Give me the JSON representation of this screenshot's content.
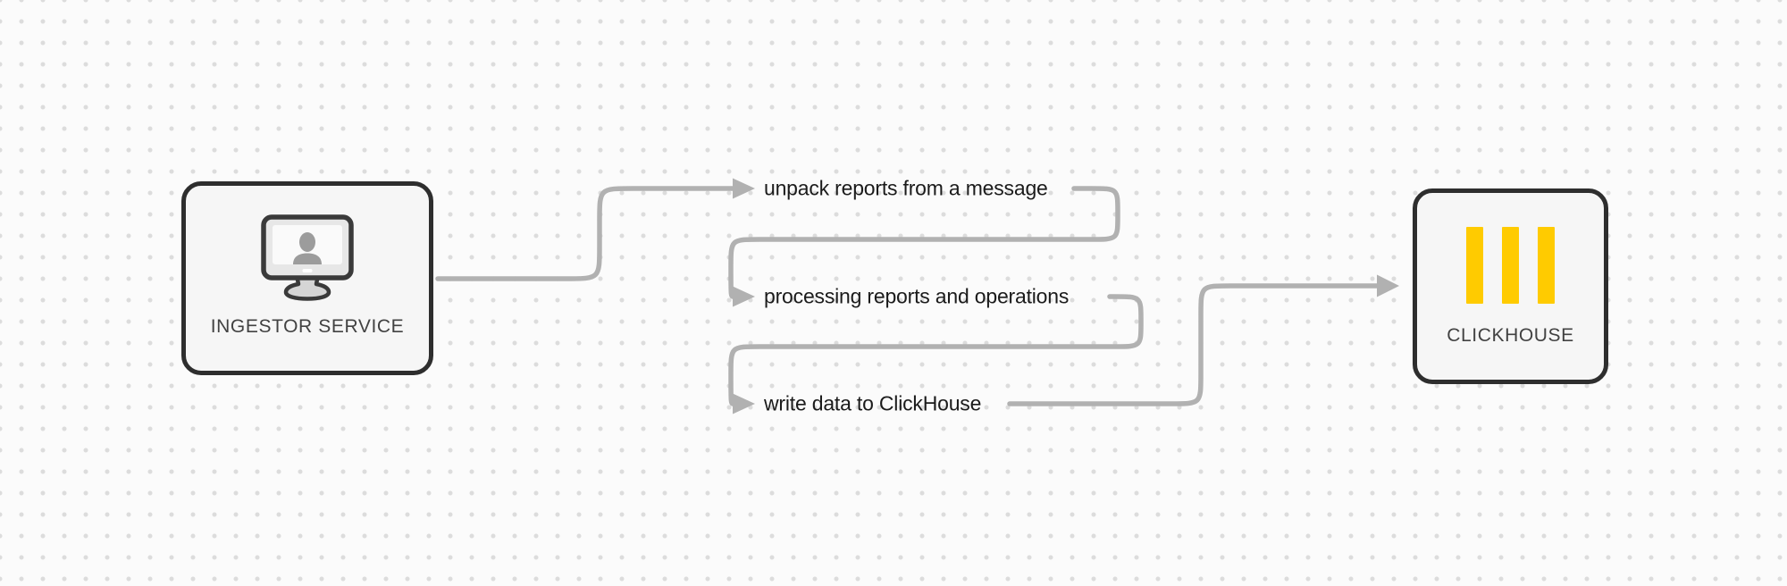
{
  "diagram": {
    "nodes": {
      "ingestor": {
        "label": "INGESTOR SERVICE",
        "icon": "monitor-user-icon"
      },
      "clickhouse": {
        "label": "CLICKHOUSE",
        "icon": "clickhouse-logo-icon",
        "logo_bar_count": 3
      }
    },
    "steps": [
      {
        "label": "unpack reports from a message"
      },
      {
        "label": "processing reports and operations"
      },
      {
        "label": "write data to ClickHouse"
      }
    ],
    "flow": "ingestor -> unpack reports from a message -> processing reports and operations -> write data to ClickHouse -> clickhouse",
    "colors": {
      "background": "#fbfbfb",
      "grid_dot": "#dcdcdc",
      "connector": "#b1b1b1",
      "node_border": "#2e2e2e",
      "node_fill": "#f6f6f6",
      "node_text": "#424242",
      "step_text": "#1b1b1b",
      "clickhouse_yellow": "#ffcb00"
    }
  }
}
